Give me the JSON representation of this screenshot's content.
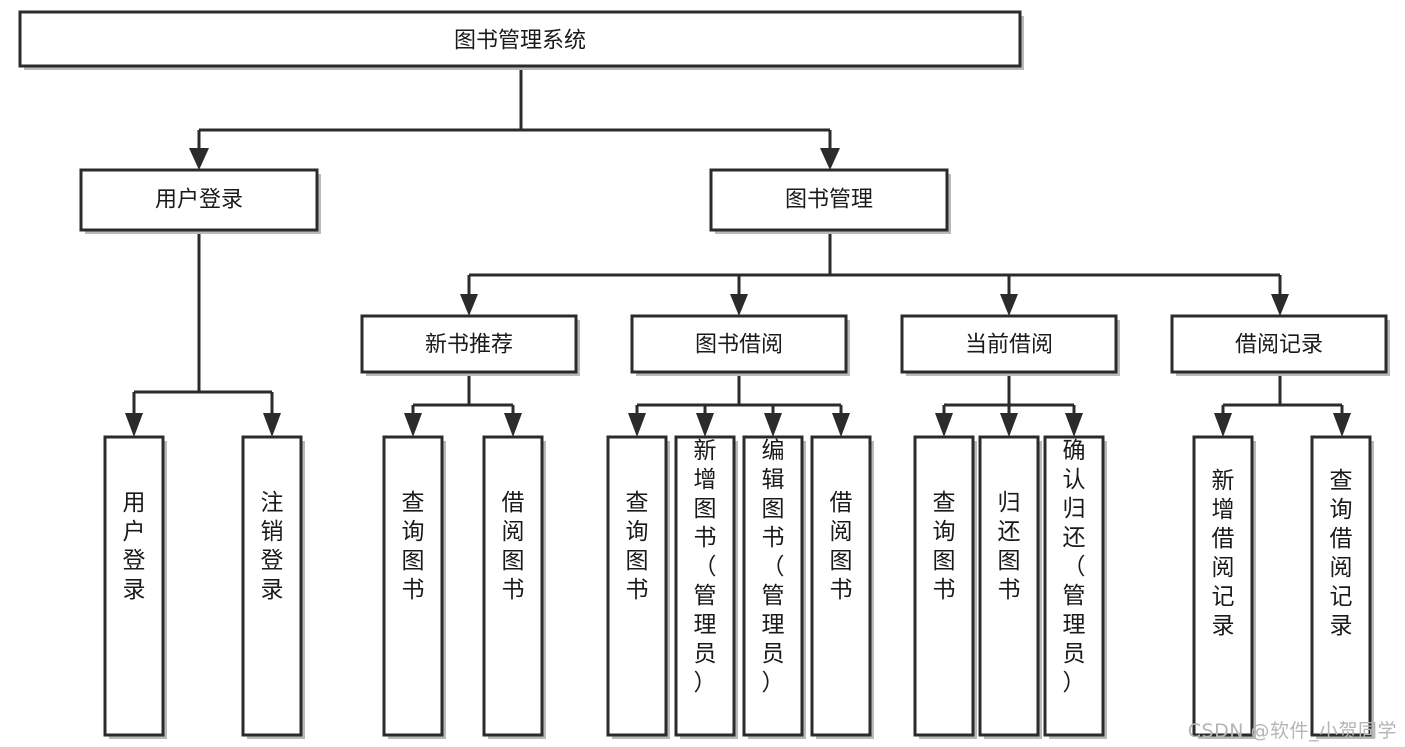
{
  "diagram": {
    "title": "图书管理系统",
    "watermark": "CSDN @软件_小贺同学",
    "colors": {
      "stroke": "#2b2b2b",
      "fill": "#ffffff",
      "text": "#1a1a1a",
      "shadow": "#b9b9b9",
      "watermark": "#b5b5b5"
    },
    "root": {
      "label": "图书管理系统"
    },
    "level2": [
      {
        "label": "用户登录"
      },
      {
        "label": "图书管理"
      }
    ],
    "level3": [
      {
        "label": "新书推荐"
      },
      {
        "label": "图书借阅"
      },
      {
        "label": "当前借阅"
      },
      {
        "label": "借阅记录"
      }
    ],
    "leaves": {
      "user_login": [
        {
          "label": "用户登录"
        },
        {
          "label": "注销登录"
        }
      ],
      "new_book": [
        {
          "label": "查询图书"
        },
        {
          "label": "借阅图书"
        }
      ],
      "book_borrow": [
        {
          "label": "查询图书"
        },
        {
          "label": "新增图书（管理员）"
        },
        {
          "label": "编辑图书（管理员）"
        },
        {
          "label": "借阅图书"
        }
      ],
      "current_borrow": [
        {
          "label": "查询图书"
        },
        {
          "label": "归还图书"
        },
        {
          "label": "确认归还（管理员）"
        }
      ],
      "borrow_record": [
        {
          "label": "新增借阅记录"
        },
        {
          "label": "查询借阅记录"
        }
      ]
    }
  }
}
